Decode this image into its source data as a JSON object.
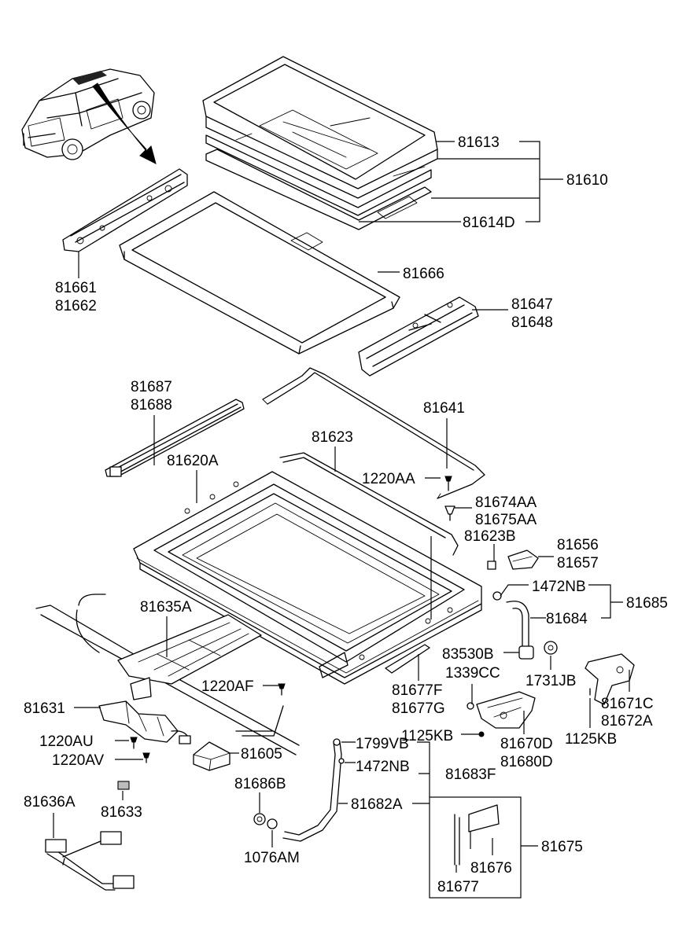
{
  "labels": {
    "p81613": "81613",
    "p81610": "81610",
    "p81614D": "81614D",
    "p81661": "81661",
    "p81662": "81662",
    "p81666": "81666",
    "p81647": "81647",
    "p81648": "81648",
    "p81687": "81687",
    "p81688": "81688",
    "p81641": "81641",
    "p81623": "81623",
    "p81620A": "81620A",
    "p1220AA": "1220AA",
    "p81674AA": "81674AA",
    "p81675AA": "81675AA",
    "p81623B": "81623B",
    "p81656": "81656",
    "p81657": "81657",
    "p1472NB_top": "1472NB",
    "p81685": "81685",
    "p81684": "81684",
    "p81635A": "81635A",
    "p83530B": "83530B",
    "p1731JB": "1731JB",
    "p1339CC": "1339CC",
    "p81671C": "81671C",
    "p81672A": "81672A",
    "p1220AF": "1220AF",
    "p81677F": "81677F",
    "p81677G": "81677G",
    "p81631": "81631",
    "p1125KB_left": "1125KB",
    "p1125KB_right": "1125KB",
    "p81670D": "81670D",
    "p81680D": "81680D",
    "p1220AU": "1220AU",
    "p1220AV": "1220AV",
    "p81605": "81605",
    "p1799VB": "1799VB",
    "p1472NB_bottom": "1472NB",
    "p81683F": "81683F",
    "p81686B": "81686B",
    "p81636A": "81636A",
    "p81633": "81633",
    "p81682A": "81682A",
    "p81675": "81675",
    "p1076AM": "1076AM",
    "p81676": "81676",
    "p81677": "81677"
  }
}
